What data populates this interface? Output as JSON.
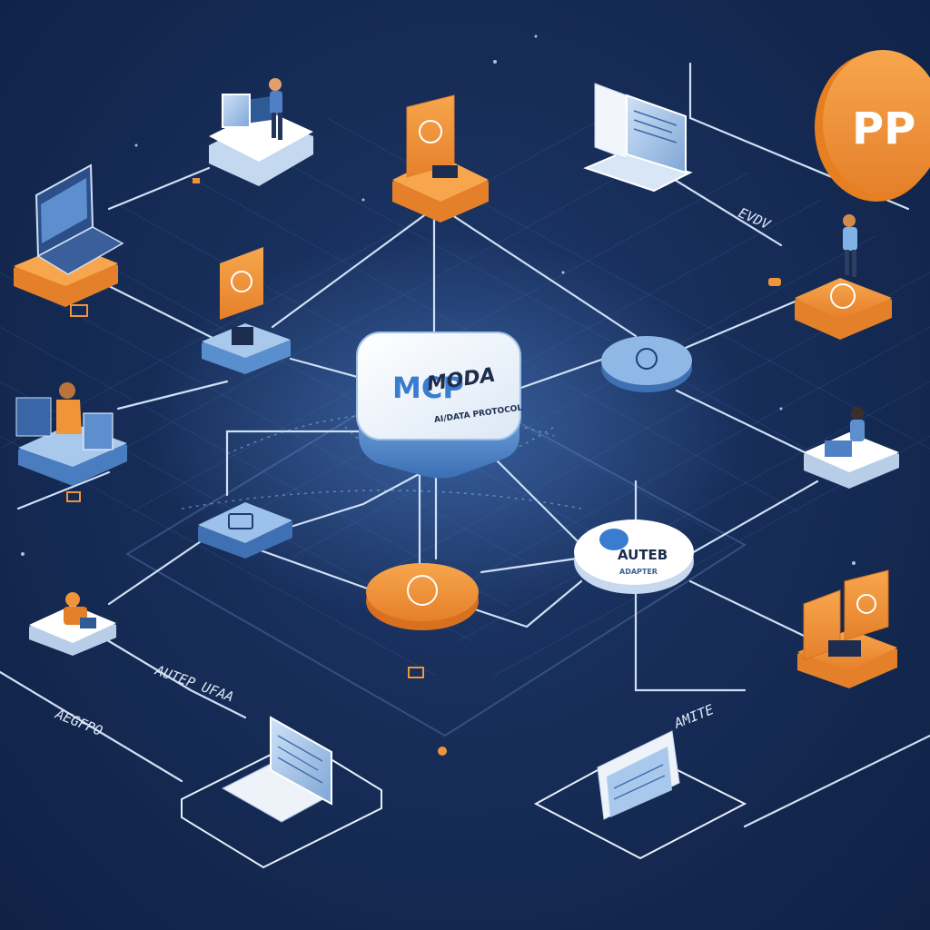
{
  "hub": {
    "logo": "MCP",
    "title": "MODA",
    "caption": "AI/DATA PROTOCOL"
  },
  "badge": {
    "text": "PP"
  },
  "right_disc": {
    "title": "AUTEB",
    "caption": "ADAPTER"
  },
  "tags": {
    "left_diag": "AUTEP UFAA",
    "left_bottom": "AEGFPO",
    "right_bottom": "AMITE",
    "right_top": "EVDV"
  },
  "colors": {
    "background": "#172d58",
    "accent_orange": "#f0943a",
    "accent_blue": "#6fa7dc",
    "line": "#cfe0f5"
  }
}
